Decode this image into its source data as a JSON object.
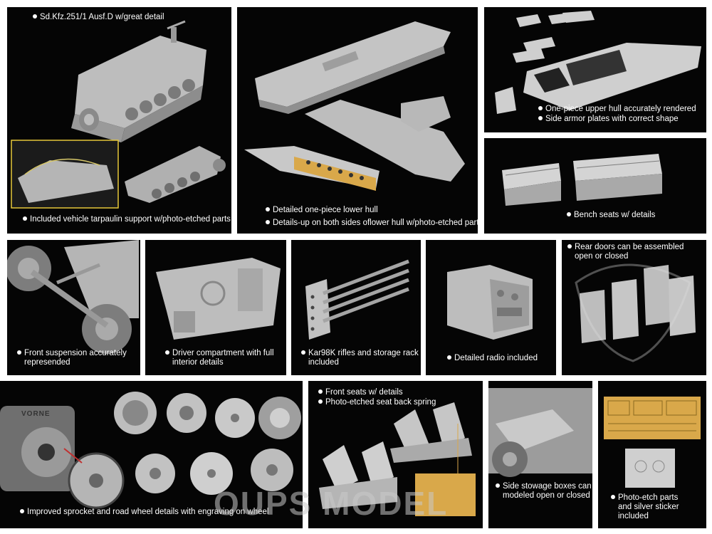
{
  "captions": {
    "p1_title": "Sd.Kfz.251/1 Ausf.D w/great detail",
    "p1_bottom": "Included vehicle tarpaulin support w/photo-etched parts",
    "p2_line1": "Detailed one-piece lower hull",
    "p2_line2": "Details-up on both sides oflower hull w/photo-etched parts",
    "p3_line1": "One-piece upper hull accurately rendered",
    "p3_line2": "Side armor plates with correct shape",
    "p4": "Bench seats w/ details",
    "p5_line1": "Front suspension accurately",
    "p5_line2": "represended",
    "p6_line1": "Driver compartment with full",
    "p6_line2": "interior details",
    "p7_line1": "Kar98K rifles and storage rack",
    "p7_line2": "included",
    "p8": "Detailed radio included",
    "p9_line1": "Rear doors can be assembled",
    "p9_line2": "open or closed",
    "p10": "Improved sprocket and road wheel details with engraving on wheel",
    "p11_line1": "Front seats w/ details",
    "p11_line2": "Photo-etched seat back spring",
    "p12_line1": "Side stowage boxes can be",
    "p12_line2": "modeled open or closed",
    "p13_line1": "Photo-etch parts",
    "p13_line2": "and silver sticker",
    "p13_line3": "included"
  },
  "wheel_engraving": "VORNE",
  "watermark": "OUPS MODEL",
  "colors": {
    "panel_bg": "#050505",
    "plastic": "#c9c9c9",
    "highlight_box": "#e6c83a",
    "photo_etch": "#d9a84a",
    "caption": "#ffffff"
  }
}
